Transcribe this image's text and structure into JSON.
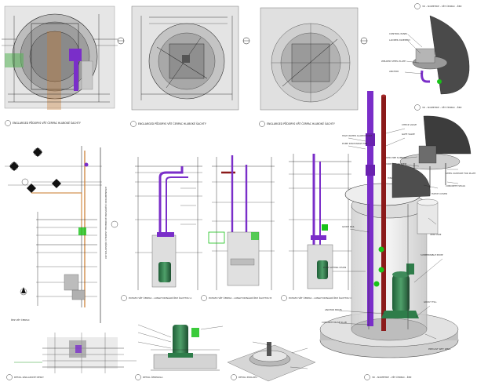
{
  "colors": {
    "purple_pipe": "#7a2ec9",
    "red_pipe": "#8b1a1a",
    "green_pump": "#2e7d4a",
    "green_fitting": "#19c219",
    "orange_line": "#c8782a",
    "concrete": "#c8c8c8",
    "dark_steel": "#4a4a4a",
    "panel_bg": "#dcdcdc"
  },
  "icons": [
    "section-marker-icon",
    "view-bubble-icon",
    "elevation-marker-icon",
    "north-arrow-icon"
  ],
  "views": {
    "plan_1": {
      "caption": "ENGLARGED PŮDORYS VŘT ČERPAC HLUBOKÉ ŠACHTY"
    },
    "plan_2": {
      "caption": "ENGLARGED PŮDORYS VŘT ČERPAC HLUBOKÉ ŠACHTY"
    },
    "plan_3": {
      "caption": "ENGLARGED PŮDORYS VŘT ČERPAC HLUBOKÉ ŠACHTY"
    },
    "iso_1": {
      "caption": "3D - ISOMETRIE - VŘT ČERPAC - ŘEZ",
      "labels": [
        "CONTROL PANEL",
        "LADDER ASSEMBLY",
        "WELDED STEEL PLATE",
        "ANCHOR"
      ]
    },
    "iso_2": {
      "caption": "3D - ISOMETRIE - VŘT ČERPAC - ŘEZ",
      "labels": [
        "WELDED PIPE SUPPORT",
        "GUIDE RAIL SYSTEM",
        "STEEL SUPPORT FOR PLATE",
        "HINGED COVER",
        "CONCRETE SEALS"
      ]
    },
    "vertical_note": {
      "text": "VIZ SOUVISEJÍCÍ VÝKRESY TECHNICKÉ PROVÁDĚCÍ DOKUMENTACE"
    },
    "section_1": {
      "caption": "ŘEZ VŘT ČERPAC"
    },
    "section_a": {
      "caption": "POHLED VŘT ČERPAC - LONGITUDINÁLNÍ ŘEZ ŠACHTOU A"
    },
    "section_b": {
      "caption": "POHLED VŘT ČERPAC - LONGITUDINÁLNÍ ŘEZ ŠACHTOU B"
    },
    "section_c": {
      "caption": "POHLED VŘT ČERPAC - LONGITUDINÁLNÍ ŘEZ ŠACHTOU C"
    },
    "detail_1": {
      "caption": "DETAIL ZÁKLADOVÉ DESKY"
    },
    "detail_2": {
      "caption": "DETAIL ČERPADLA"
    },
    "detail_3": {
      "caption": "DETAIL POKLOPU"
    },
    "iso_main": {
      "caption": "3D - ISOMETRIE - VŘT ČERPAC - ŘEZ",
      "labels": [
        "HIGH WATER ALARM FLOAT",
        "PUMP DISCHARGE PIPE",
        "CHECK VALVE",
        "GATE VALVE",
        "GUIDE RAIL",
        "SUBMERSIBLE PUMP",
        "PUMP LIFTING CHAIN",
        "ANCHOR BOLTS",
        "CONCRETE BASE SLAB",
        "GROUT FILL",
        "PRECAST WET WELL",
        "VENT PIPE",
        "HATCH COVER"
      ]
    }
  }
}
